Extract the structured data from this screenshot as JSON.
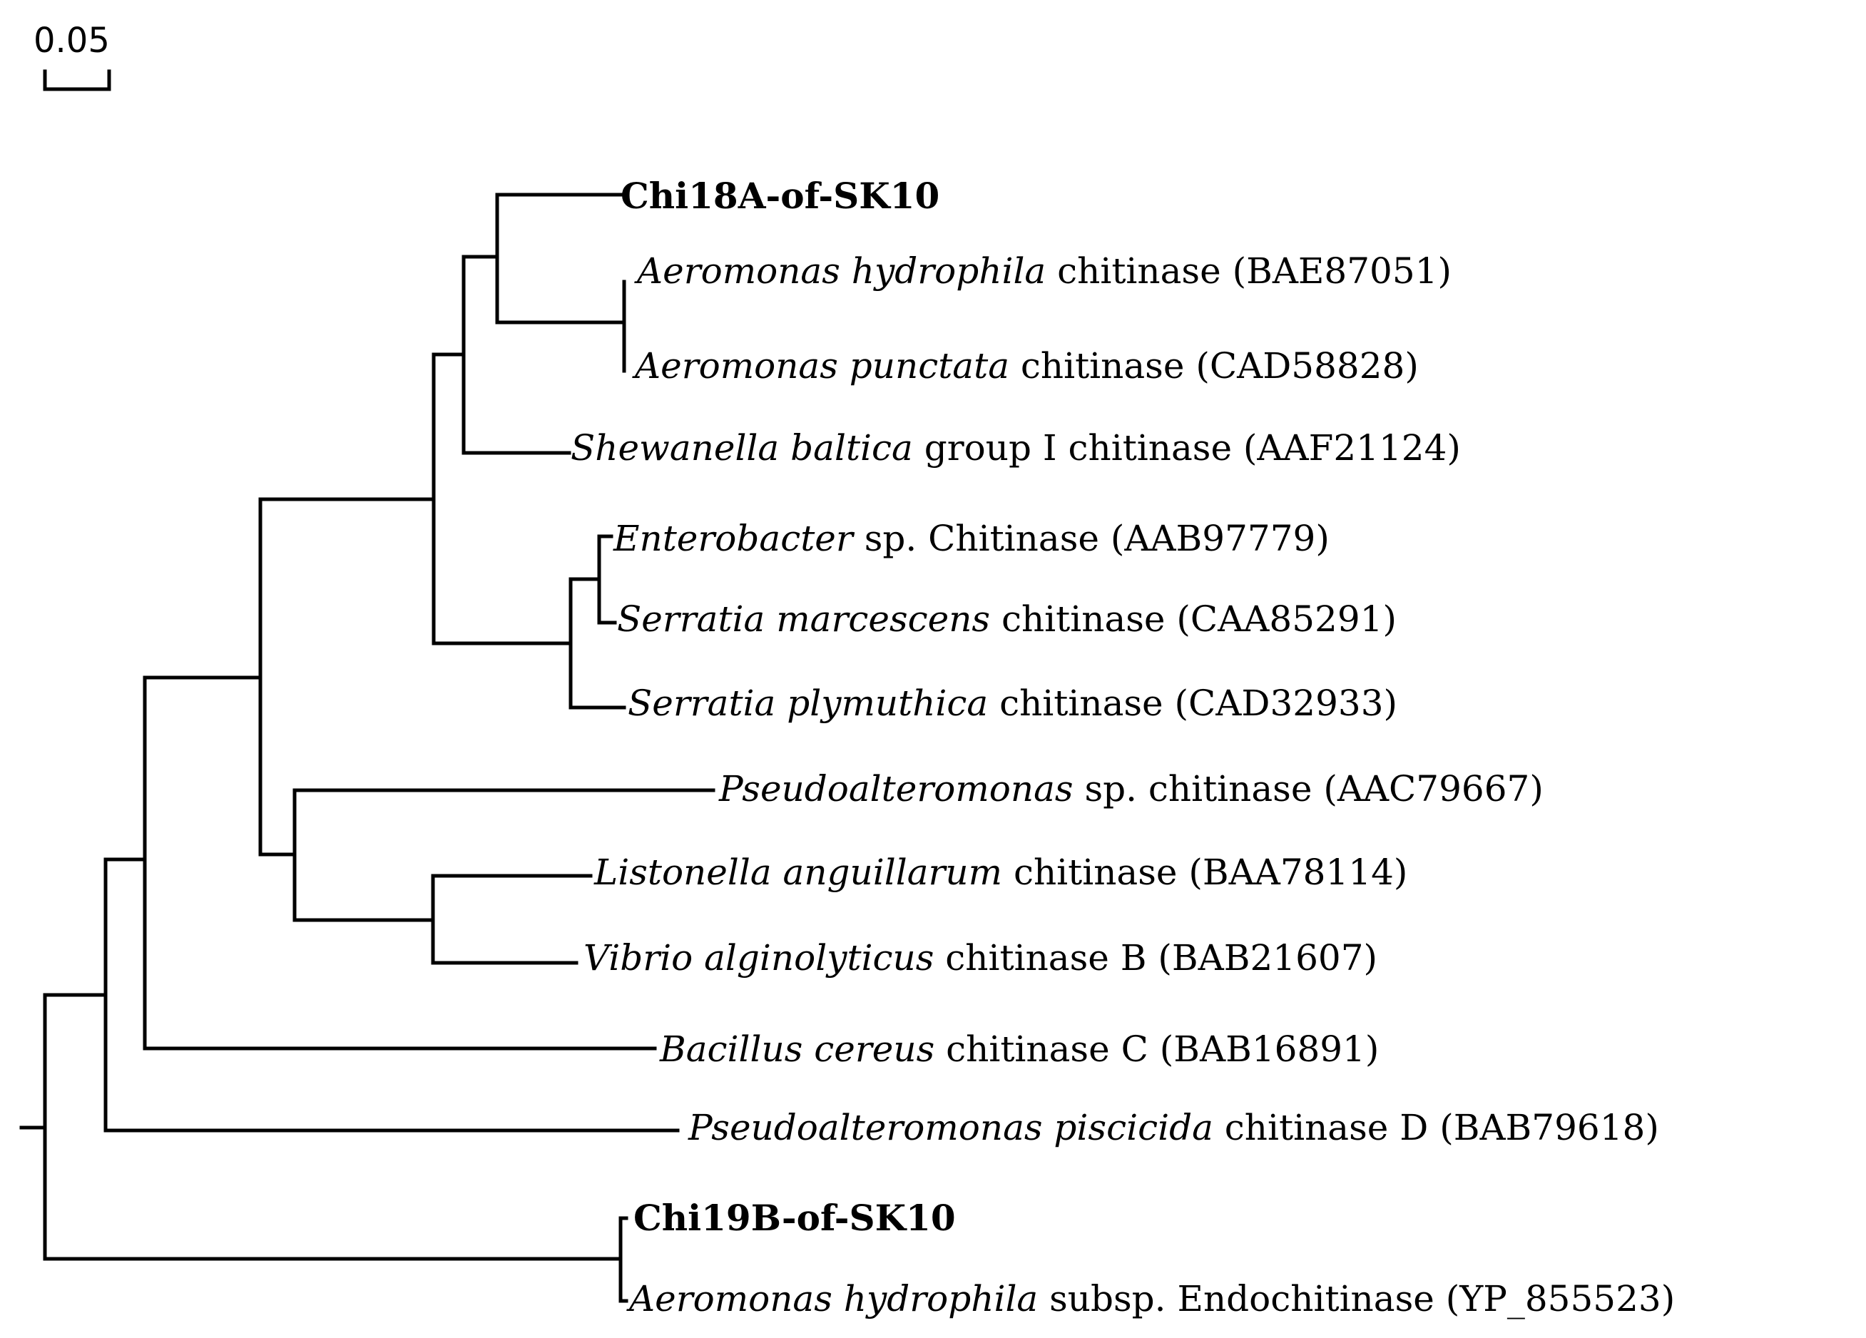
{
  "scale_bar": {
    "label": "0.05"
  },
  "taxa": [
    {
      "id": "chi18a",
      "parts": [
        {
          "t": "Chi18A-of-SK10",
          "bold": true
        }
      ]
    },
    {
      "id": "a-hydrophila",
      "parts": [
        {
          "t": "Aeromonas hydrophila",
          "italic": true
        },
        {
          "t": " chitinase (BAE87051)"
        }
      ]
    },
    {
      "id": "a-punctata",
      "parts": [
        {
          "t": "Aeromonas punctata",
          "italic": true
        },
        {
          "t": " chitinase (CAD58828)"
        }
      ]
    },
    {
      "id": "s-baltica",
      "parts": [
        {
          "t": "Shewanella baltica",
          "italic": true
        },
        {
          "t": " group I chitinase (AAF21124)"
        }
      ]
    },
    {
      "id": "enterobacter",
      "parts": [
        {
          "t": "Enterobacter",
          "italic": true
        },
        {
          "t": " sp. Chitinase (AAB97779)"
        }
      ]
    },
    {
      "id": "s-marcescens",
      "parts": [
        {
          "t": "Serratia marcescens",
          "italic": true
        },
        {
          "t": " chitinase (CAA85291)"
        }
      ]
    },
    {
      "id": "s-plymuthica",
      "parts": [
        {
          "t": "Serratia plymuthica",
          "italic": true
        },
        {
          "t": " chitinase (CAD32933)"
        }
      ]
    },
    {
      "id": "pseudoalteromonas-sp",
      "parts": [
        {
          "t": "Pseudoalteromonas",
          "italic": true
        },
        {
          "t": " sp. chitinase (AAC79667)"
        }
      ]
    },
    {
      "id": "l-anguillarum",
      "parts": [
        {
          "t": "Listonella anguillarum",
          "italic": true
        },
        {
          "t": " chitinase (BAA78114)"
        }
      ]
    },
    {
      "id": "v-alginolyticus",
      "parts": [
        {
          "t": "Vibrio alginolyticus",
          "italic": true
        },
        {
          "t": " chitinase B (BAB21607)"
        }
      ]
    },
    {
      "id": "b-cereus",
      "parts": [
        {
          "t": "Bacillus cereus",
          "italic": true
        },
        {
          "t": " chitinase C (BAB16891)"
        }
      ]
    },
    {
      "id": "p-piscicida",
      "parts": [
        {
          "t": "Pseudoalteromonas piscicida",
          "italic": true
        },
        {
          "t": " chitinase D (BAB79618)"
        }
      ]
    },
    {
      "id": "chi19b",
      "parts": [
        {
          "t": "Chi19B-of-SK10",
          "bold": true
        }
      ]
    },
    {
      "id": "a-hydrophila-subsp",
      "parts": [
        {
          "t": "Aeromonas hydrophila",
          "italic": true
        },
        {
          "t": " subsp. Endochitinase (YP_855523)"
        }
      ]
    }
  ]
}
